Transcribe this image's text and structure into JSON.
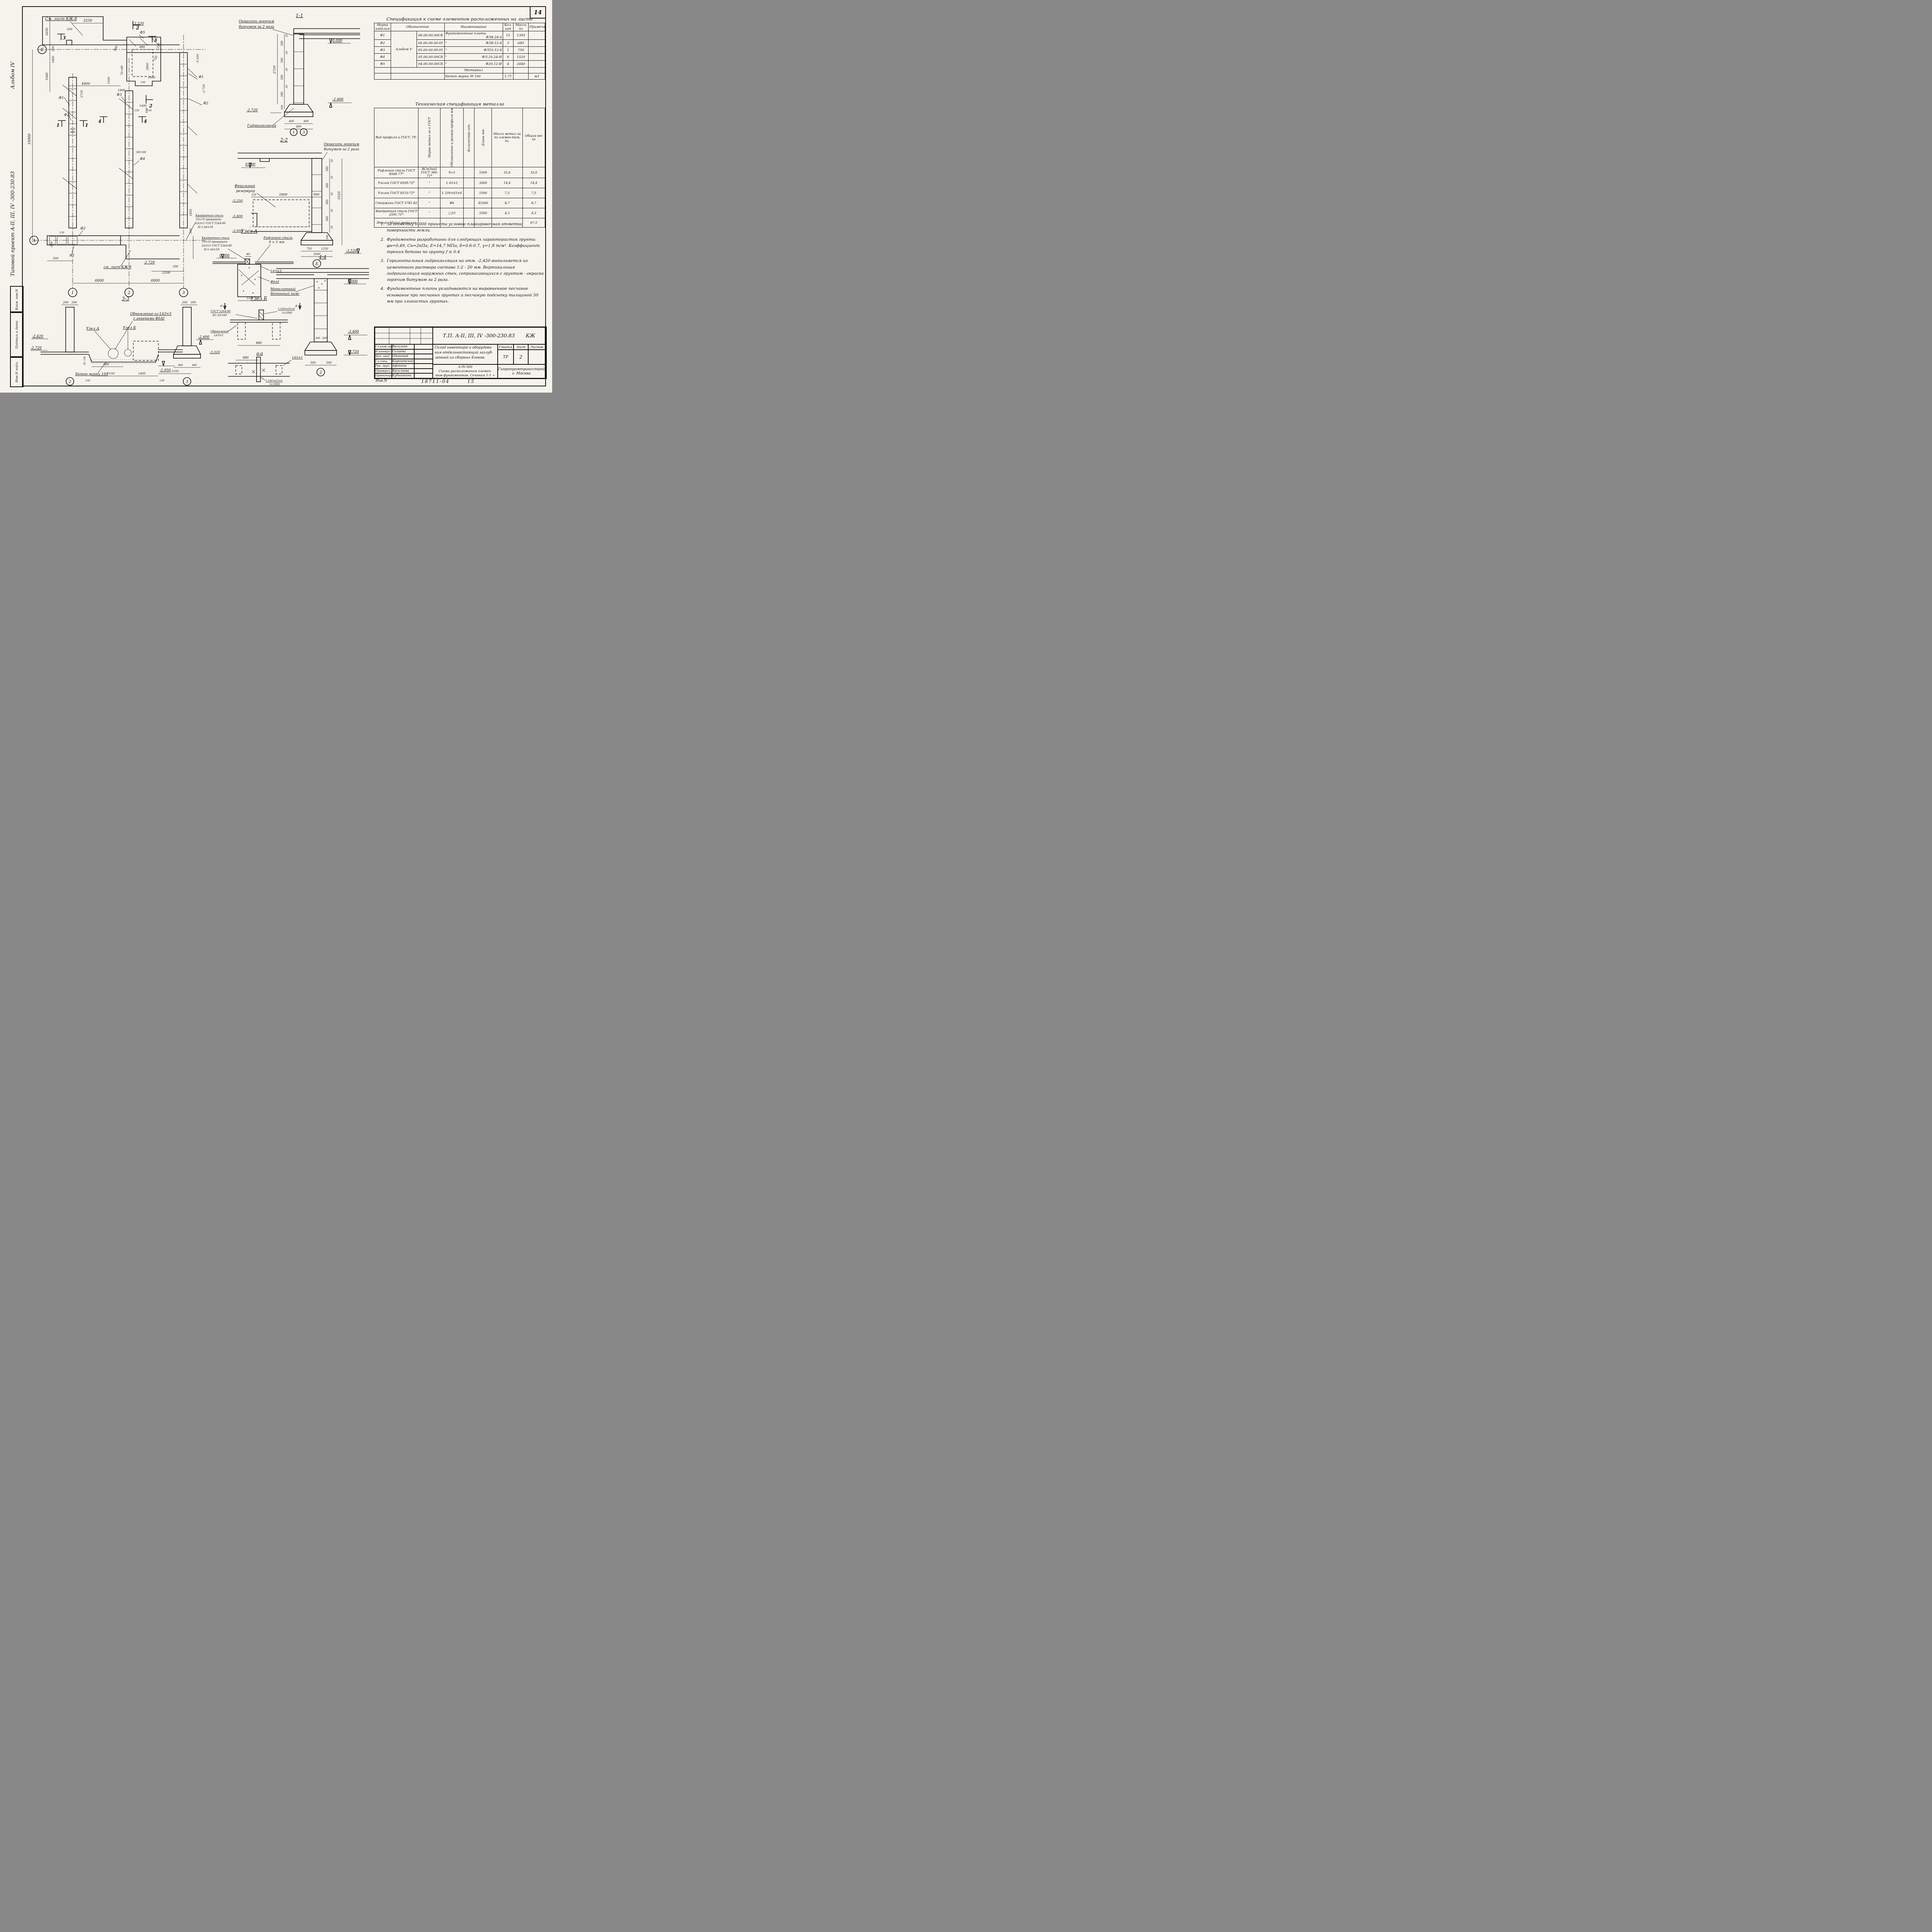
{
  "page": {
    "corner": "14"
  },
  "margin": {
    "album": "Альбом IV",
    "project": "Типовой проект  А-II, III, IV -300-230.83",
    "stamps": [
      "Взам. инв.N",
      "Подпись и дата",
      "Инв.N подл."
    ]
  },
  "plan": {
    "ref_top": "См. лист КЖ-8",
    "ref_bottom": "см. лист КЖ-9",
    "axes": {
      "b": "Б",
      "a": "А",
      "c1": "1",
      "c2": "2",
      "c3": "3"
    },
    "marks": {
      "f1": "Ф1",
      "f2": "Ф2",
      "f3": "Ф3",
      "f4": "Ф4",
      "f5": "Ф5"
    },
    "levels": {
      "l3520": "-3.520",
      "l3320": "-3.320",
      "l2720": "-2.720",
      "l2720b": "-2720"
    },
    "sections": {
      "s1": "1",
      "s2": "2",
      "s3": "3",
      "s4": "4"
    },
    "dims": {
      "d3250": "3250",
      "d200": "200",
      "d2650": "2650",
      "d300": "300",
      "d1860": "1860",
      "d3360": "3360",
      "d19900": "19900",
      "d4400": "4400",
      "d1500": "1500",
      "d1900": "1900",
      "d680": "680",
      "d880": "880",
      "d1250": "1250",
      "d750": "750",
      "d2800": "2800",
      "d1000": "1000",
      "d150": "150",
      "d1400": "1400",
      "d7080": "70÷80",
      "d100": "100",
      "d400": "400",
      "d500": "500",
      "d650": "650",
      "d6000": "6000",
      "d2200": "2200",
      "d1850": "1850",
      "d700": "700"
    },
    "leader_uzelA": [
      "Квадратная сталь",
      "10×10 приварить",
      "L63×5 ГОСТ 5264-80",
      "Н-1-Δ4×50"
    ]
  },
  "s11": {
    "title": "1-1",
    "paint1": "Окрасить горячим",
    "paint2": "битумом за 2 раза",
    "l0": "0.000",
    "l24": "-2.400",
    "l27": "-2.720",
    "hydro": "Гидроизоляция",
    "d2720": "2720",
    "d580": "580",
    "d20": "20",
    "d300": "300",
    "d400": "400",
    "d800": "800",
    "ax1": "1",
    "ax3": "3"
  },
  "s22": {
    "title": "2-2",
    "paint1": "Окрасить горячим",
    "paint2": "битумом за 2 раза",
    "tank1": "Фекальный",
    "tank2": "резервуар",
    "l0": "0.000",
    "l225": "-2,250",
    "l24": "-2,400",
    "l295": "-2,950",
    "l352": "-3,520",
    "d150": "150",
    "d2800": "2800",
    "d900": "900",
    "d3520": "3520",
    "d580": "580",
    "d20": "20",
    "d300": "300",
    "d750": "750",
    "d1250": "1250",
    "d2000": "2000",
    "axb": "Б"
  },
  "uzelA": {
    "title": "Узел А",
    "lead1": "Квадратная сталь",
    "lead2": "10×10 приварить",
    "lead3": "L63×5 ГОСТ 5264-80",
    "lead4": "Н-1-Δ4×50",
    "steel1": "Рифленая сталь",
    "steel2": "б = 5 мм",
    "l0": "0.000",
    "d40": "40",
    "angle": "L63×5",
    "rebar": "Ф6АI",
    "d150": "150"
  },
  "s44": {
    "title": "4-4",
    "belt1": "Монолитный",
    "belt2": "бетонный пояс",
    "l0": "0,000",
    "l24": "-2,400",
    "l27": "-2,720",
    "d200": "200",
    "d500": "500",
    "ax2": "2"
  },
  "s33": {
    "title": "3-3",
    "d200": "200",
    "frame1": "Обрамление из L63×5",
    "frame2": "с анкерами Ф6АI",
    "uzelA": "Узел А",
    "uzelB": "Узел Б",
    "l242": "-2,420",
    "l272": "-2,720",
    "l24": "-2,400",
    "l295": "-2,950",
    "concrete": "Бетон марки 100",
    "d880": "880",
    "d1150": "1150",
    "d1400": "1400",
    "d1250": "1250",
    "d150": "150",
    "d400": "400",
    "d50": "50",
    "ax2": "2",
    "ax3": "3"
  },
  "uzelB": {
    "title": "Узел Б",
    "marker": "а",
    "weld1": "ГОСТ 5264-80",
    "weld2": "Н1-Δ5×60",
    "angle_big1": "L100×63×6",
    "angle_big2": "l=1000",
    "frame1": "Обрамление",
    "frame2": "L63×5",
    "d880": "880",
    "aa_title": "а-а",
    "angle_small": "L63×5",
    "l332": "-3,320"
  },
  "spec_table": {
    "title": "Спецификация к схеме элементов расположенных на листе",
    "headers": {
      "mark": "Марка изделия",
      "designation": "Обозначение",
      "name": "Наименование",
      "qty": "Кол. шт",
      "mass": "Масса кг",
      "note": "Примечание"
    },
    "group": "Альбом V",
    "rows": [
      {
        "mark": "Ф1",
        "code": "06.00.00.00СБ",
        "name": "Фундаментные плиты",
        "type": "ФЛ8.24-4",
        "qty": "15",
        "mass": "1395",
        "note": ""
      },
      {
        "mark": "Ф2",
        "code": "06.00.00.00-01",
        "name": "\"",
        "type": "ФЛ8.12-4",
        "qty": "3",
        "mass": "685",
        "note": ""
      },
      {
        "mark": "Ф3",
        "code": "05.00.00.00-01",
        "name": "\"",
        "type": "ФЛ10.12-4",
        "qty": "1",
        "mass": "750",
        "note": ""
      },
      {
        "mark": "Ф4",
        "code": "05.00.00.00СБ",
        "name": "\"",
        "type": "ФЛ.10.24-И",
        "qty": "6",
        "mass": "1520",
        "note": ""
      },
      {
        "mark": "Ф5",
        "code": "04.00.00.00СБ",
        "name": "\"",
        "type": "Ф20.12-И",
        "qty": "4",
        "mass": "2440",
        "note": ""
      }
    ],
    "material_header": "Материал",
    "material": {
      "name": "Бетон марки  М 100",
      "qty": "1,71",
      "note": "м3"
    }
  },
  "metal_table": {
    "title": "Техническая спецификация металла",
    "headers": {
      "profile": "Вид профиля и ГОСТ, ТУ.",
      "grade": "Марка метал-ла и ГОСТ",
      "size": "Обозначение и размер профиля мм",
      "qty": "Количество шт.",
      "len": "Длина мм.",
      "mass": "Масса метал-ла по элемен-там, кг.",
      "total": "Общий вес кг"
    },
    "rows": [
      {
        "profile": "Рифленая сталь ГОСТ 8568-77*",
        "grade": "ВСт3кп2 ГОСТ 380-71*",
        "size": "б=5",
        "qty": "",
        "len": "1000",
        "mass": "32,6",
        "total": "32,6"
      },
      {
        "profile": "Уголок ГОСТ 8509-72*",
        "grade": "\"",
        "size": "L 63×5",
        "qty": "",
        "len": "3000",
        "mass": "14,4",
        "total": "14,4"
      },
      {
        "profile": "Уголок ГОСТ 8510-72*",
        "grade": "\"",
        "size": "L 100×63×6",
        "qty": "",
        "len": "1000",
        "mass": "7,5",
        "total": "7,5"
      },
      {
        "profile": "Стержень ГОСТ 5781-82",
        "grade": "\"",
        "size": "Ф6",
        "qty": "",
        "len": "41000",
        "mass": "8,7",
        "total": "8,7"
      },
      {
        "profile": "Квадратная сталь ГОСТ 2591-71*",
        "grade": "\"",
        "size": "□10",
        "qty": "",
        "len": "5500",
        "mass": "4,3",
        "total": "4,3"
      }
    ],
    "total_label": "Итого: Масса металла",
    "total_value": "67,5"
  },
  "notes": {
    "items": [
      {
        "num": "1.",
        "text": "За отметку 0.000 принята условно планировочная отметка поверхности земли."
      },
      {
        "num": "2.",
        "text": "Фундаменты разработаны для следующих характеристик грунта: φн=0,49, Cн=2кПа;  Е=14,7 МПа;  δ=0.6-0.7, γ=1,8 т/м³.  Коэффициент трения бетона по грунту f ≥ 0.4"
      },
      {
        "num": "3.",
        "text": "Горизонтальная гидроизоляция на отм. -2,420 выполняется из цементного раствора состава 1:2 - 20 мм. Вертикальная гидроизоляция наружных стен, соприкасающихся с грунтом - окраска горячим битумом за 2 раза."
      },
      {
        "num": "4.",
        "text": "Фундаментные плиты укладываются на выравненное песчаное основание при песчаных грунтах и песчаную подсыпку толщиной 50 мм при глинистых грунтах."
      }
    ]
  },
  "title_block": {
    "code": "Т.П. А-II, III, IV -300-230.83",
    "doc": "КЖ",
    "roles": [
      {
        "role": "Гл.инж.пр",
        "name": "Васильев"
      },
      {
        "role": "Н.контр.СС",
        "name": "Силаева"
      },
      {
        "role": "Нач. отд",
        "name": "Одиноков"
      },
      {
        "role": "Гл.спец.",
        "name": "Кореневский"
      },
      {
        "role": "Рук. груп",
        "name": "Афонина"
      },
      {
        "role": "Проверил",
        "name": "Васильева"
      },
      {
        "role": "Проектир",
        "name": "Кубышкина"
      }
    ],
    "object1": "Склад инвентаря и оборудова-",
    "object2": "ния отдельностоящий заглуб-",
    "object3": "ленный из сборных блоков.",
    "stage_h": "Стадия",
    "sheet_h": "Лист",
    "sheets_h": "Листов",
    "stage": "ТР",
    "sheet": "2",
    "sheets": "",
    "code2": "А-IV-300",
    "desc1": "Схема расположения элемен-",
    "desc2": "тов фундаментов. Сечения 1-1 ÷ 4-4",
    "org1": "Гипропромтрансстрой",
    "org2": "г. Москва",
    "inv": "Инв.N",
    "footer1": "18711-04",
    "footer2": "15"
  }
}
